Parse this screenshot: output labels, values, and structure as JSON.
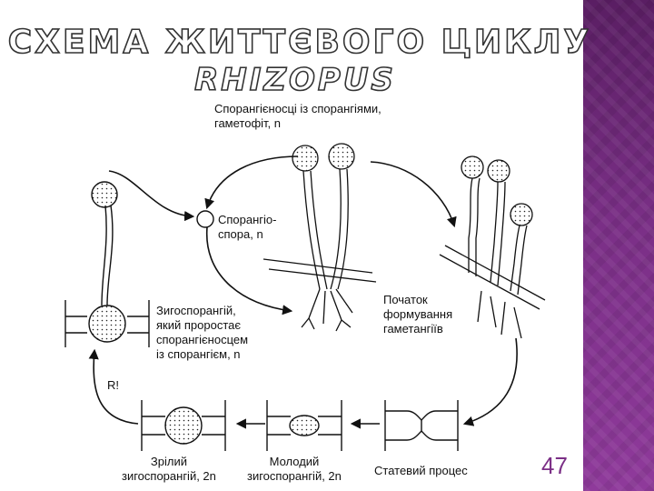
{
  "slide": {
    "title_line1": "СХЕМА ЖИТТЄВОГО ЦИКЛУ",
    "title_line2": "RHIZOPUS",
    "page_number": "47",
    "accent_color": "#7b2f86"
  },
  "labels": {
    "sporangiophores": "Спорангієносці із спорангіями,\nгаметофіт, n",
    "sporangiospore": "Спорангіо-\nспора, n",
    "gametangia_start": "Початок\nформування\nгаметангіїв",
    "germinating_zygosporangium": "Зигоспорангій,\nякий проростає\nспорангієносцем\nіз спорангієм, n",
    "meiosis": "R!",
    "mature_zygosporangium": "Зрілий\nзигоспорангій, 2n",
    "young_zygosporangium": "Молодий\nзигоспорангій, 2n",
    "sexual_process": "Статевий процес"
  }
}
